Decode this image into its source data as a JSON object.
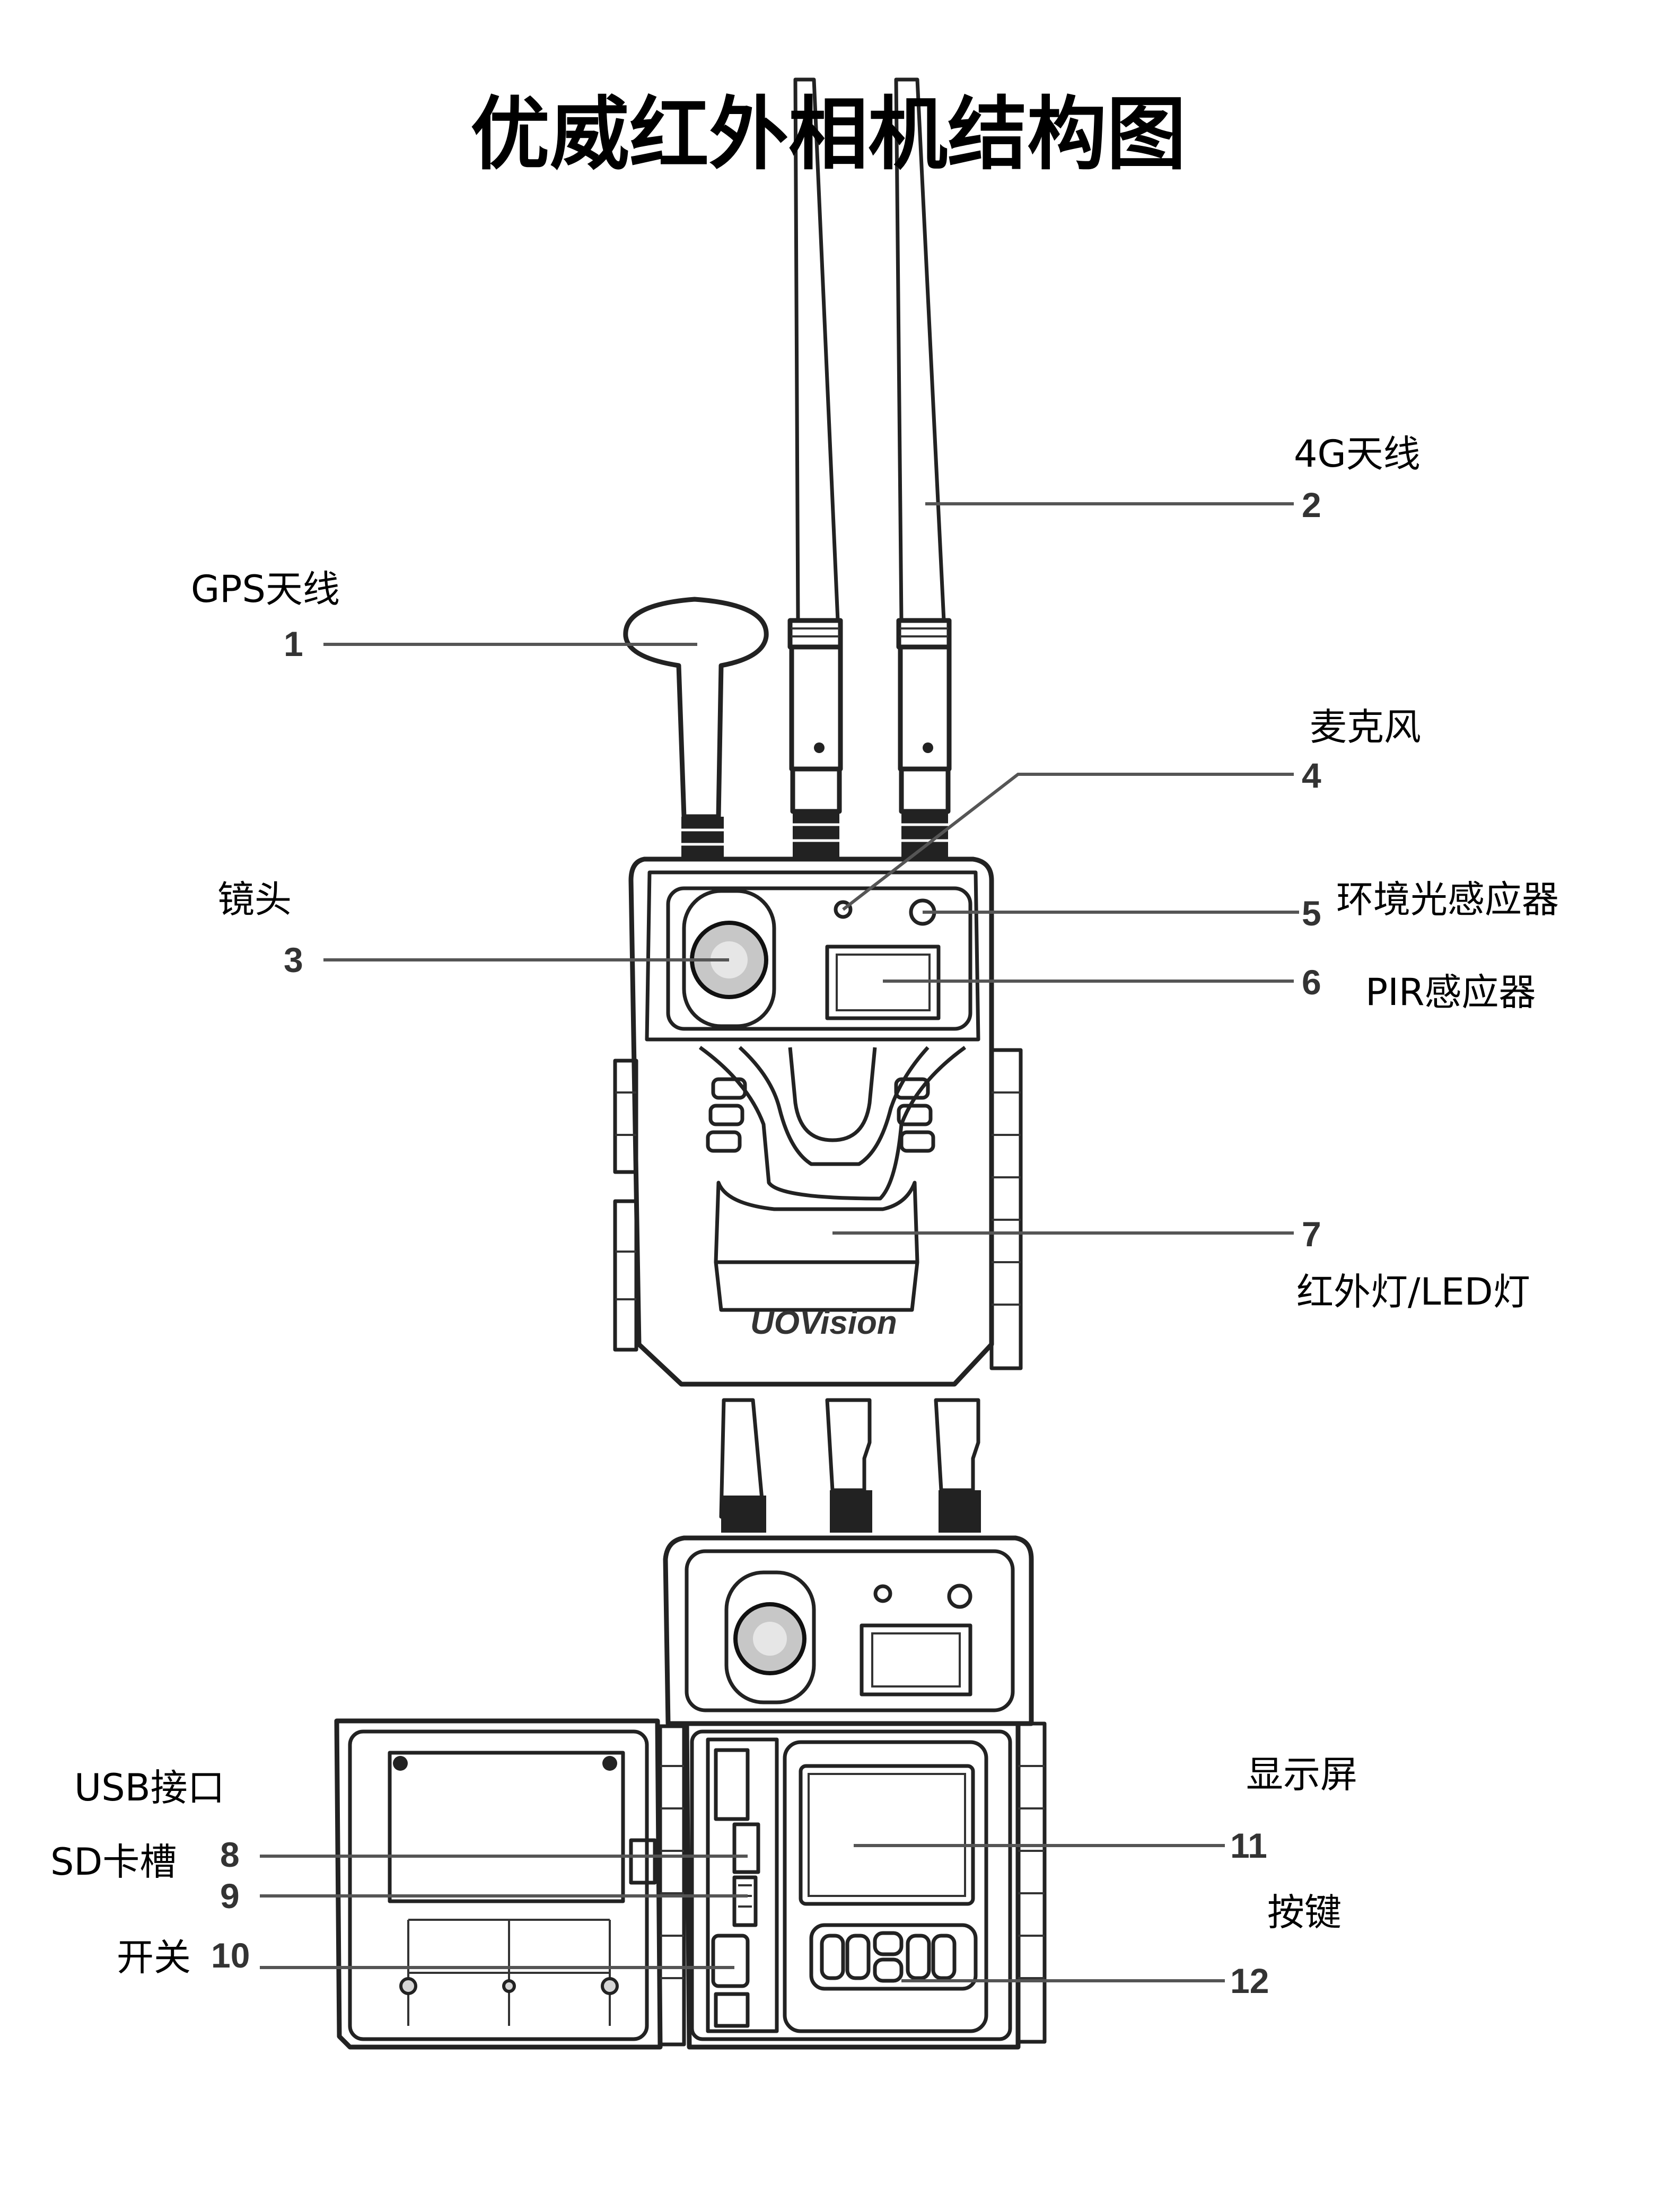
{
  "title": "优威红外相机结构图",
  "logo_text": "UOVision",
  "callouts": [
    {
      "num": "1",
      "label": "GPS天线"
    },
    {
      "num": "2",
      "label": "4G天线"
    },
    {
      "num": "3",
      "label": "镜头"
    },
    {
      "num": "4",
      "label": "麦克风"
    },
    {
      "num": "5",
      "label": "环境光感应器"
    },
    {
      "num": "6",
      "label": "PIR感应器"
    },
    {
      "num": "7",
      "label": "红外灯/LED灯"
    },
    {
      "num": "8",
      "label": "USB接口"
    },
    {
      "num": "9",
      "label": "SD卡槽"
    },
    {
      "num": "10",
      "label": "开关"
    },
    {
      "num": "11",
      "label": "显示屏"
    },
    {
      "num": "12",
      "label": "按键"
    }
  ]
}
